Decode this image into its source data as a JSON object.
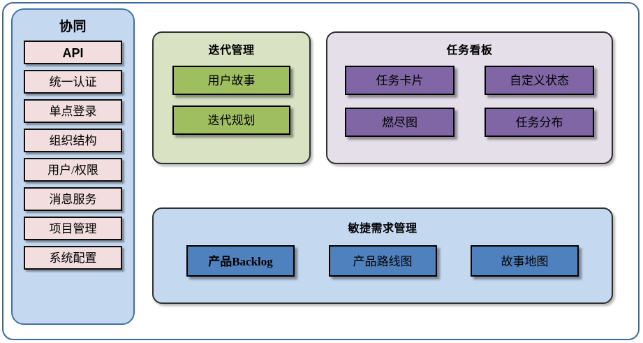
{
  "diagram": {
    "title_hidden": "",
    "colors": {
      "outer_border": "#42699b",
      "sidebar_bg": "#c4d8ef",
      "sidebar_item_bg": "#f2dede",
      "iteration_panel_bg": "#d9e3c3",
      "iteration_item_bg": "#9ebe5f",
      "taskboard_panel_bg": "#e5dfe9",
      "taskboard_item_bg": "#8066a4",
      "agile_panel_bg": "#c4d8ef",
      "agile_item_bg": "#4e81bd"
    }
  },
  "sidebar": {
    "title": "协同",
    "items": [
      {
        "label": "API"
      },
      {
        "label": "统一认证"
      },
      {
        "label": "单点登录"
      },
      {
        "label": "组织结构"
      },
      {
        "label": "用户/权限"
      },
      {
        "label": "消息服务"
      },
      {
        "label": "项目管理"
      },
      {
        "label": "系统配置"
      }
    ]
  },
  "panels": {
    "iteration": {
      "title": "迭代管理",
      "items": [
        {
          "label": "用户故事"
        },
        {
          "label": "迭代规划"
        }
      ]
    },
    "taskboard": {
      "title": "任务看板",
      "items": [
        {
          "label": "任务卡片"
        },
        {
          "label": "自定义状态"
        },
        {
          "label": "燃尽图"
        },
        {
          "label": "任务分布"
        }
      ]
    },
    "agile": {
      "title": "敏捷需求管理",
      "items": [
        {
          "label": "产品Backlog"
        },
        {
          "label": "产品路线图"
        },
        {
          "label": "故事地图"
        }
      ]
    }
  }
}
